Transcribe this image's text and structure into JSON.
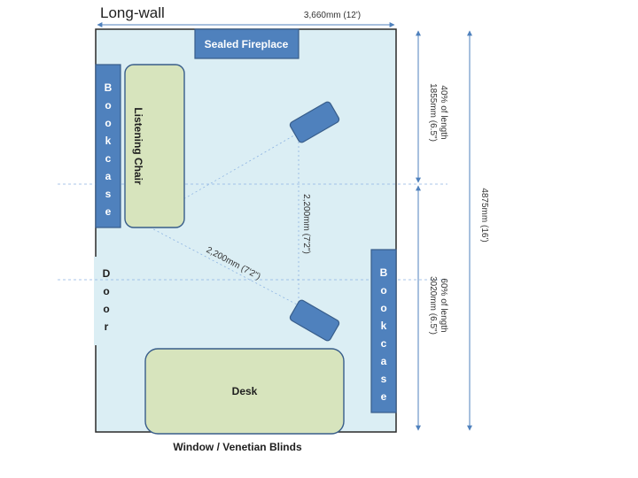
{
  "title": "Long-wall",
  "width_dim": "3,660mm (12')",
  "fireplace": "Sealed Fireplace",
  "bookcase_left": [
    "B",
    "o",
    "o",
    "k",
    "c",
    "a",
    "s",
    "e"
  ],
  "bookcase_right": [
    "B",
    "o",
    "o",
    "k",
    "c",
    "a",
    "s",
    "e"
  ],
  "listening_chair": "Listening Chair",
  "door": [
    "D",
    "o",
    "o",
    "r"
  ],
  "desk": "Desk",
  "window": "Window / Venetian Blinds",
  "dim_speaker_gap": "2,200mm (7'2\")",
  "dim_listener": "2,200mm (7'2\")",
  "dim_40_line1": "40% of length",
  "dim_40_line2": "1855mm (6.5\")",
  "dim_60_line1": "60% of length",
  "dim_60_line2": "3020mm (6.5\")",
  "dim_total": "4875mm (16')",
  "colors": {
    "room_fill": "#dbeef4",
    "room_stroke": "#2a2a2a",
    "furniture_blue": "#4f81bd",
    "furniture_blue_stroke": "#385d8a",
    "furniture_green": "#d7e4bd",
    "arrow": "#4f81bd",
    "guide": "#8db3e2"
  }
}
